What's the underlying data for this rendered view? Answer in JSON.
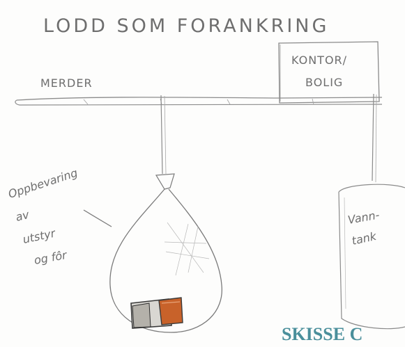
{
  "title": "LODD SOM FORANKRING",
  "labels": {
    "merder": "MERDER",
    "kontor_line1": "KONTOR/",
    "kontor_line2": "BOLIG",
    "storage_line1": "Oppbevaring",
    "storage_line2": "av",
    "storage_line3": "utstyr",
    "storage_line4": "og fôr",
    "tank_line1": "Vann-",
    "tank_line2": "tank"
  },
  "caption": "SKISSE C",
  "colors": {
    "pencil": "#6e6e6e",
    "caption": "#4a8f9b",
    "feed_orange": "#c8622a"
  }
}
